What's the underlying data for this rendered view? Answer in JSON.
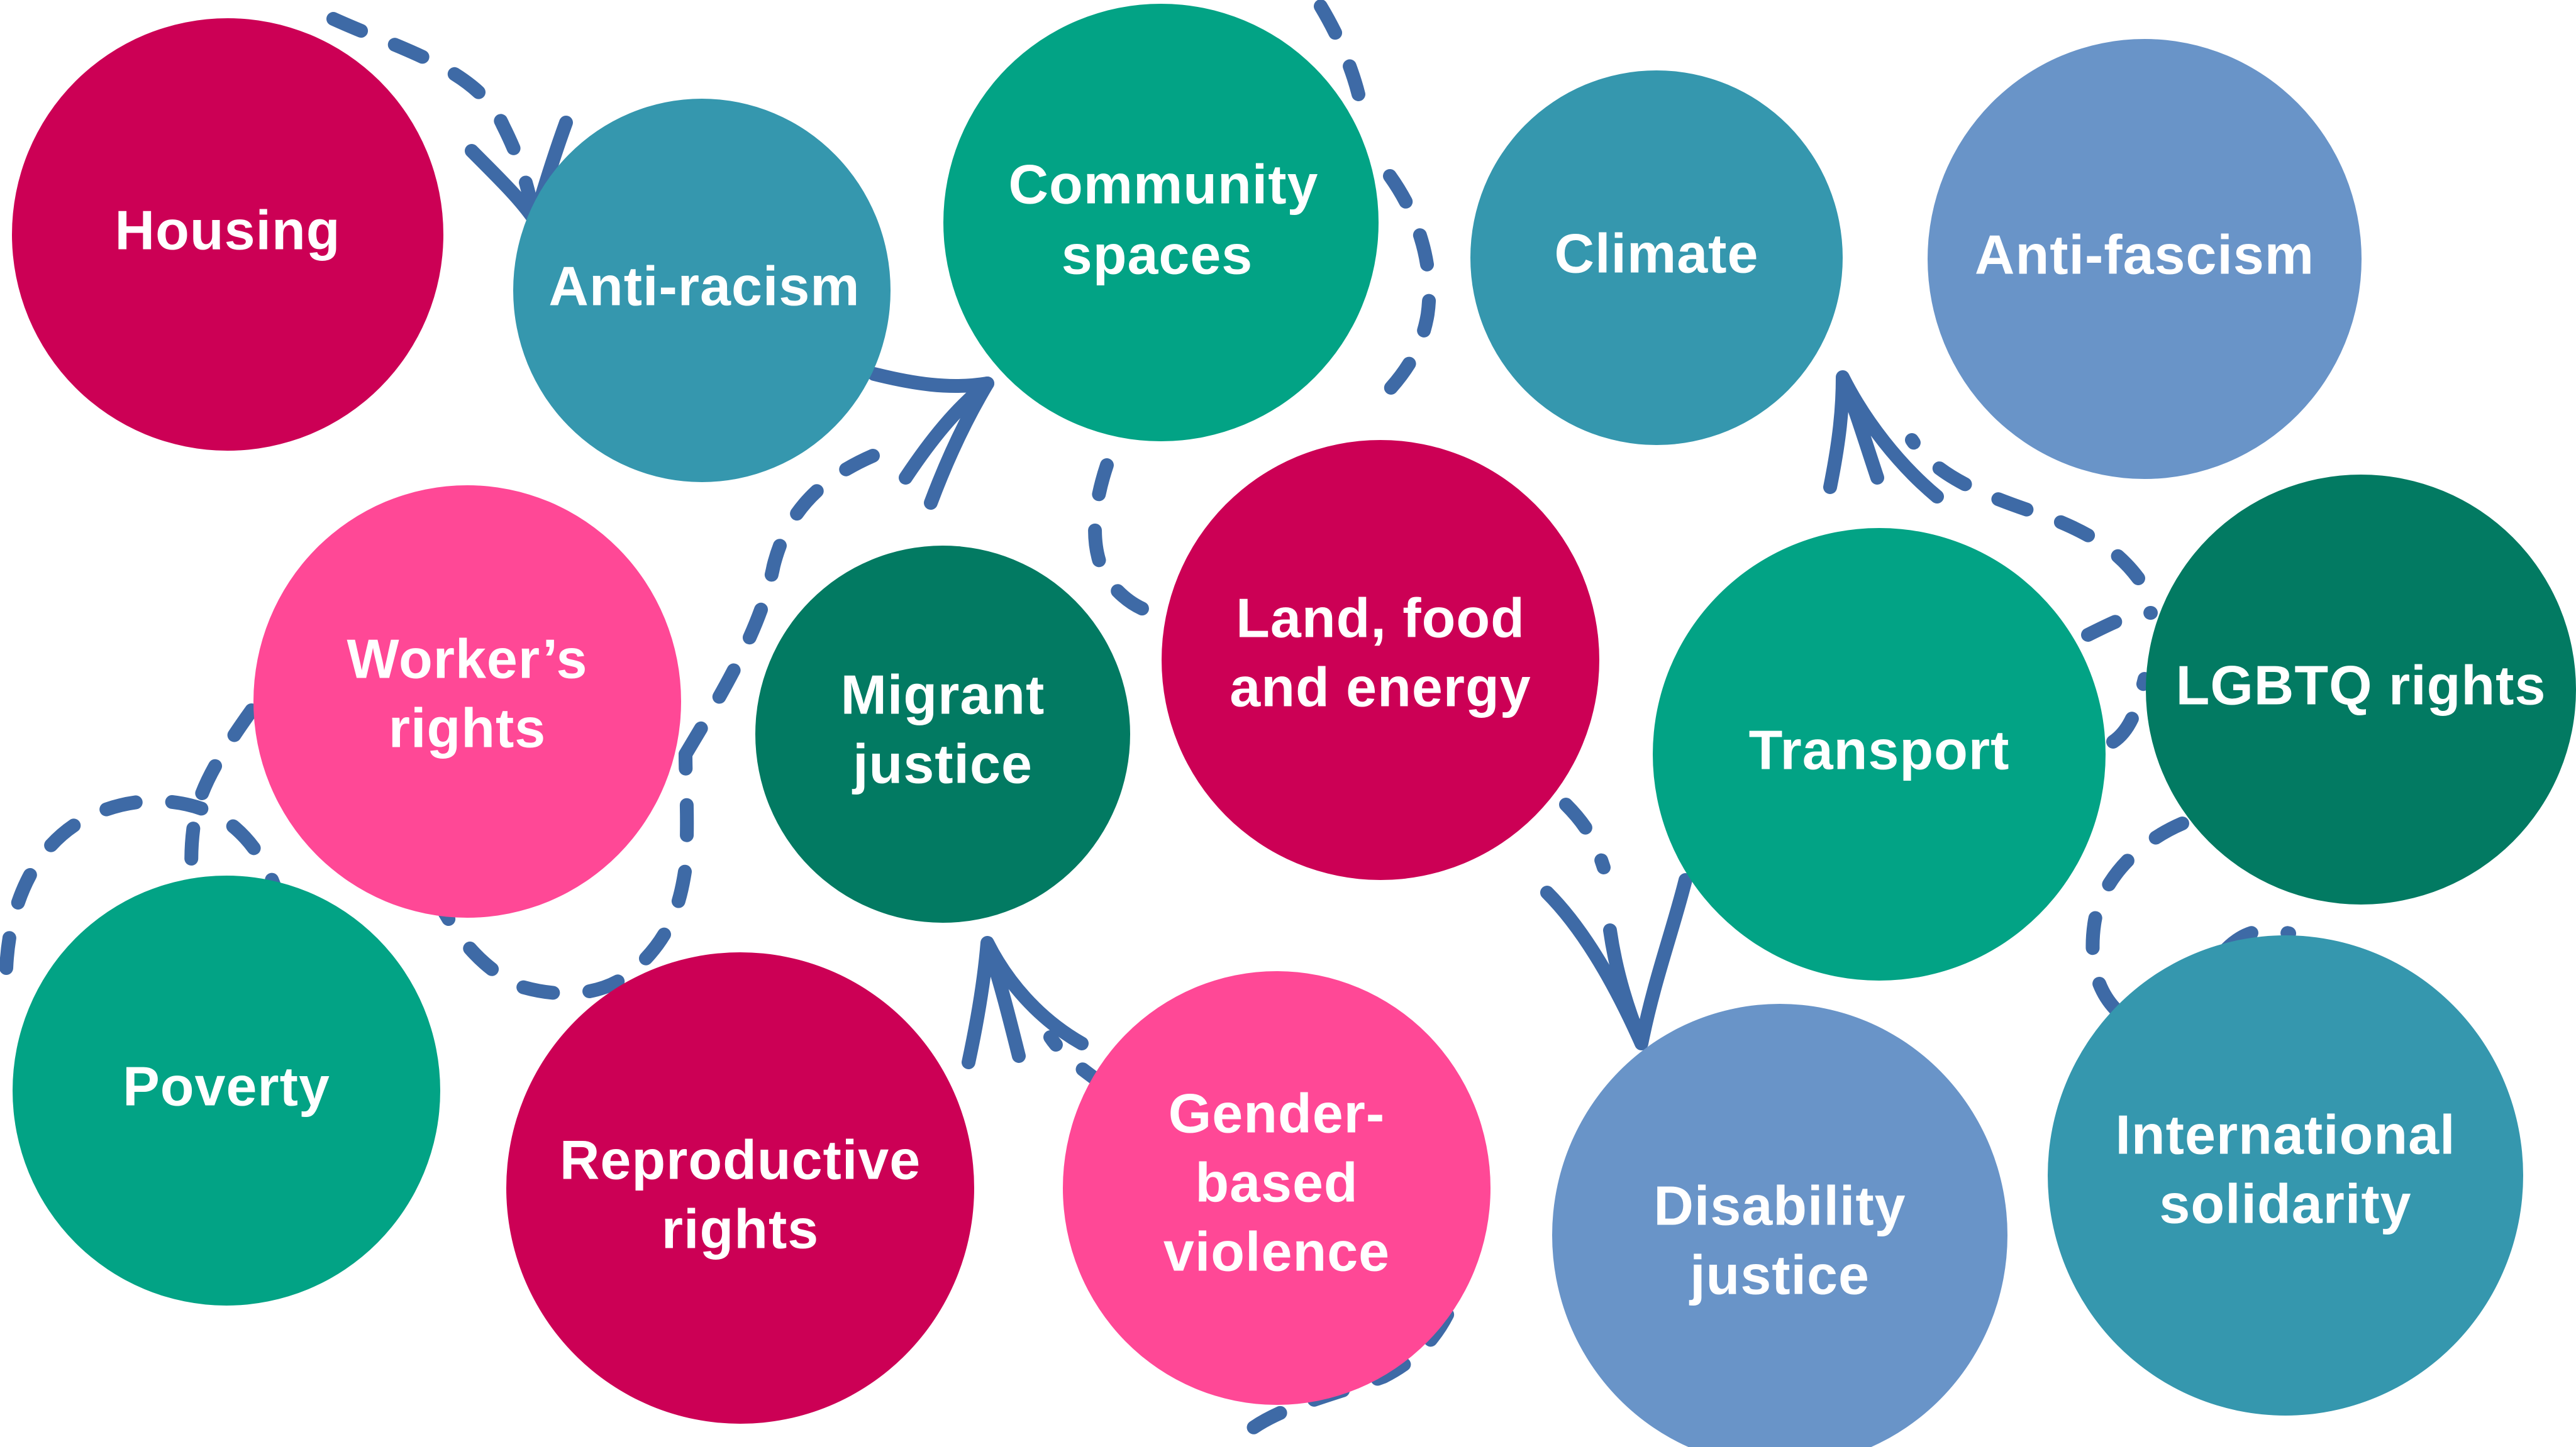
{
  "diagram": {
    "type": "bubble-network",
    "arrow_color": "#3E6AA6",
    "colors": {
      "crimson": "#CC0055",
      "teal": "#3597AE",
      "green": "#02A385",
      "periwinkle": "#6994C8",
      "pink": "#FF4896",
      "dark_green": "#027A62"
    },
    "nodes": [
      {
        "id": "housing",
        "lines": [
          "Housing"
        ],
        "color": "#CC0055"
      },
      {
        "id": "anti-racism",
        "lines": [
          "Anti-racism"
        ],
        "color": "#3597AE"
      },
      {
        "id": "community-spaces",
        "lines": [
          "Community",
          "spaces"
        ],
        "color": "#02A385"
      },
      {
        "id": "climate",
        "lines": [
          "Climate"
        ],
        "color": "#3597AE"
      },
      {
        "id": "anti-fascism",
        "lines": [
          "Anti-fascism"
        ],
        "color": "#6994C8"
      },
      {
        "id": "workers-rights",
        "lines": [
          "Worker’s",
          "rights"
        ],
        "color": "#FF4896"
      },
      {
        "id": "migrant-justice",
        "lines": [
          "Migrant",
          "justice"
        ],
        "color": "#027A62"
      },
      {
        "id": "land-food-energy",
        "lines": [
          "Land, food",
          "and energy"
        ],
        "color": "#CC0055"
      },
      {
        "id": "transport",
        "lines": [
          "Transport"
        ],
        "color": "#02A385"
      },
      {
        "id": "lgbtq-rights",
        "lines": [
          "LGBTQ rights"
        ],
        "color": "#027A62"
      },
      {
        "id": "poverty",
        "lines": [
          "Poverty"
        ],
        "color": "#02A385"
      },
      {
        "id": "reproductive-rights",
        "lines": [
          "Reproductive",
          "rights"
        ],
        "color": "#CC0055"
      },
      {
        "id": "gender-based-violence",
        "lines": [
          "Gender-",
          "based",
          "violence"
        ],
        "color": "#FF4896"
      },
      {
        "id": "disability-justice",
        "lines": [
          "Disability",
          "justice"
        ],
        "color": "#6994C8"
      },
      {
        "id": "international-solidarity",
        "lines": [
          "International",
          "solidarity"
        ],
        "color": "#3597AE"
      }
    ],
    "arrows": [
      {
        "from": "top-edge",
        "to": "anti-racism",
        "style": "dashed"
      },
      {
        "from": "anti-racism",
        "to": "community-spaces",
        "style": "solid"
      },
      {
        "from": "migrant-justice",
        "to": "community-spaces",
        "style": "dashed"
      },
      {
        "from": "community-spaces",
        "to": "land-food-energy",
        "style": "dashed"
      },
      {
        "from": "top-edge",
        "to": "community-spaces",
        "style": "dashed"
      },
      {
        "from": "lgbtq-rights",
        "to": "climate",
        "style": "dashed"
      },
      {
        "from": "land-food-energy",
        "to": "disability-justice",
        "style": "dashed"
      },
      {
        "from": "gender-based-violence",
        "to": "migrant-justice",
        "style": "dashed"
      },
      {
        "from": "workers-rights",
        "to": "poverty",
        "style": "dashed"
      },
      {
        "from": "reproductive-rights",
        "to": "workers-rights",
        "style": "dashed"
      },
      {
        "from": "lgbtq-rights",
        "to": "international-solidarity",
        "style": "dashed"
      },
      {
        "from": "transport",
        "to": "lgbtq-rights",
        "style": "dashed"
      },
      {
        "from": "gender-based-violence",
        "to": "bottom-edge",
        "style": "dashed"
      }
    ]
  }
}
